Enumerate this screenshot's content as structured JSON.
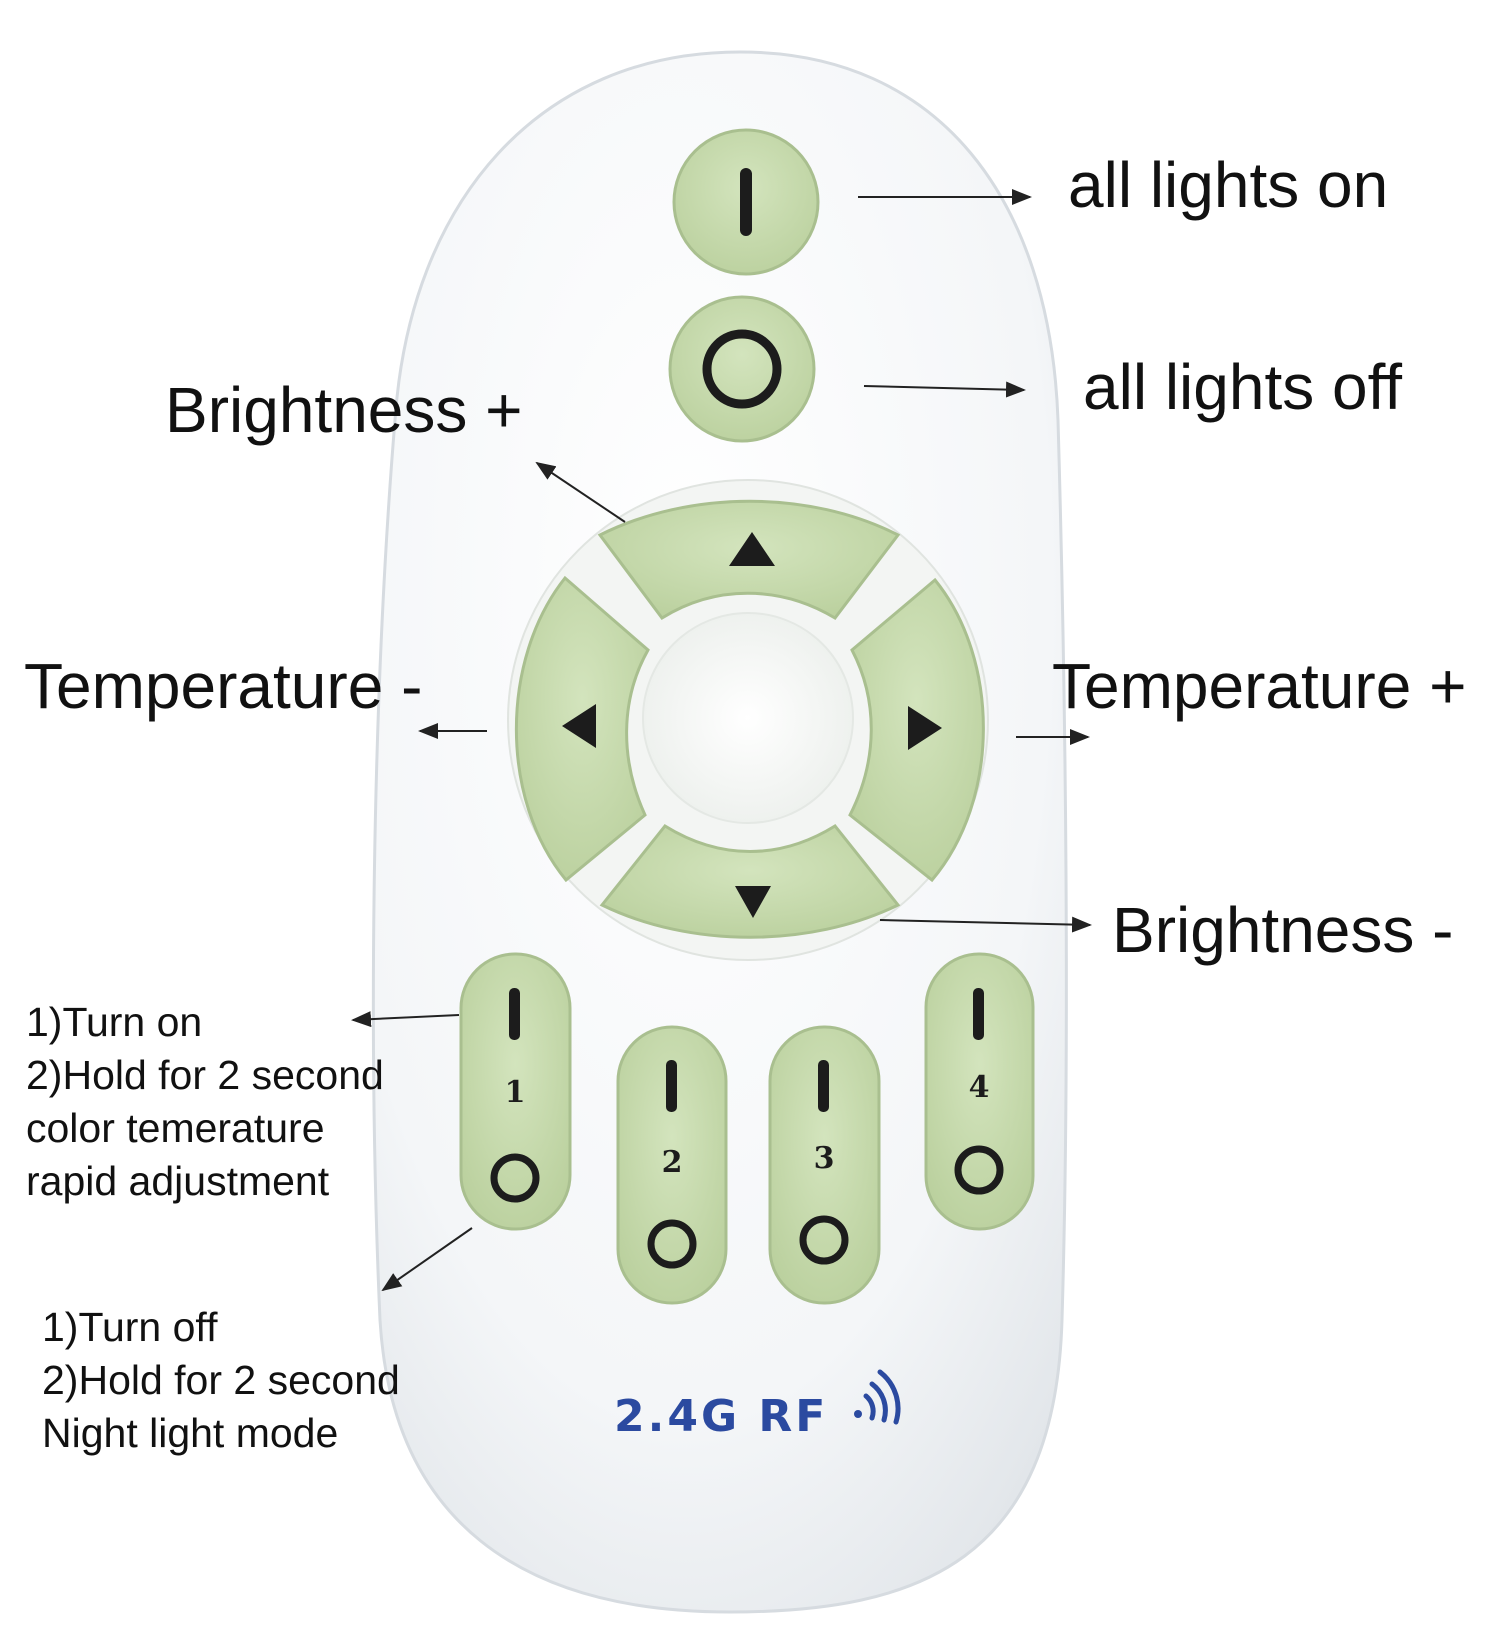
{
  "labels": {
    "all_on": "all lights on",
    "all_off": "all lights off",
    "brightness_up": "Brightness +",
    "brightness_down": "Brightness -",
    "temperature_down": "Temperature -",
    "temperature_up": "Temperature +",
    "group_on_lines": [
      "1)Turn on",
      "2)Hold for 2 second",
      "color temerature",
      "rapid adjustment"
    ],
    "group_off_lines": [
      "1)Turn off",
      "2)Hold for 2 second",
      "Night light mode"
    ]
  },
  "remote": {
    "group_numbers": [
      "1",
      "2",
      "3",
      "4"
    ],
    "brand_text": "2.4G RF"
  },
  "colors": {
    "remote_body": "#f7f9fb",
    "button_green": "#c9dcb0",
    "button_border": "#a9bf8f",
    "glyph": "#1c1c1c",
    "brand_blue": "#2b4aa0",
    "text": "#111111"
  },
  "icons": {
    "on": "power-on-bar-icon",
    "off": "power-off-ring-icon",
    "up": "triangle-up-icon",
    "down": "triangle-down-icon",
    "left": "triangle-left-icon",
    "right": "triangle-right-icon",
    "signal": "wireless-signal-icon"
  }
}
